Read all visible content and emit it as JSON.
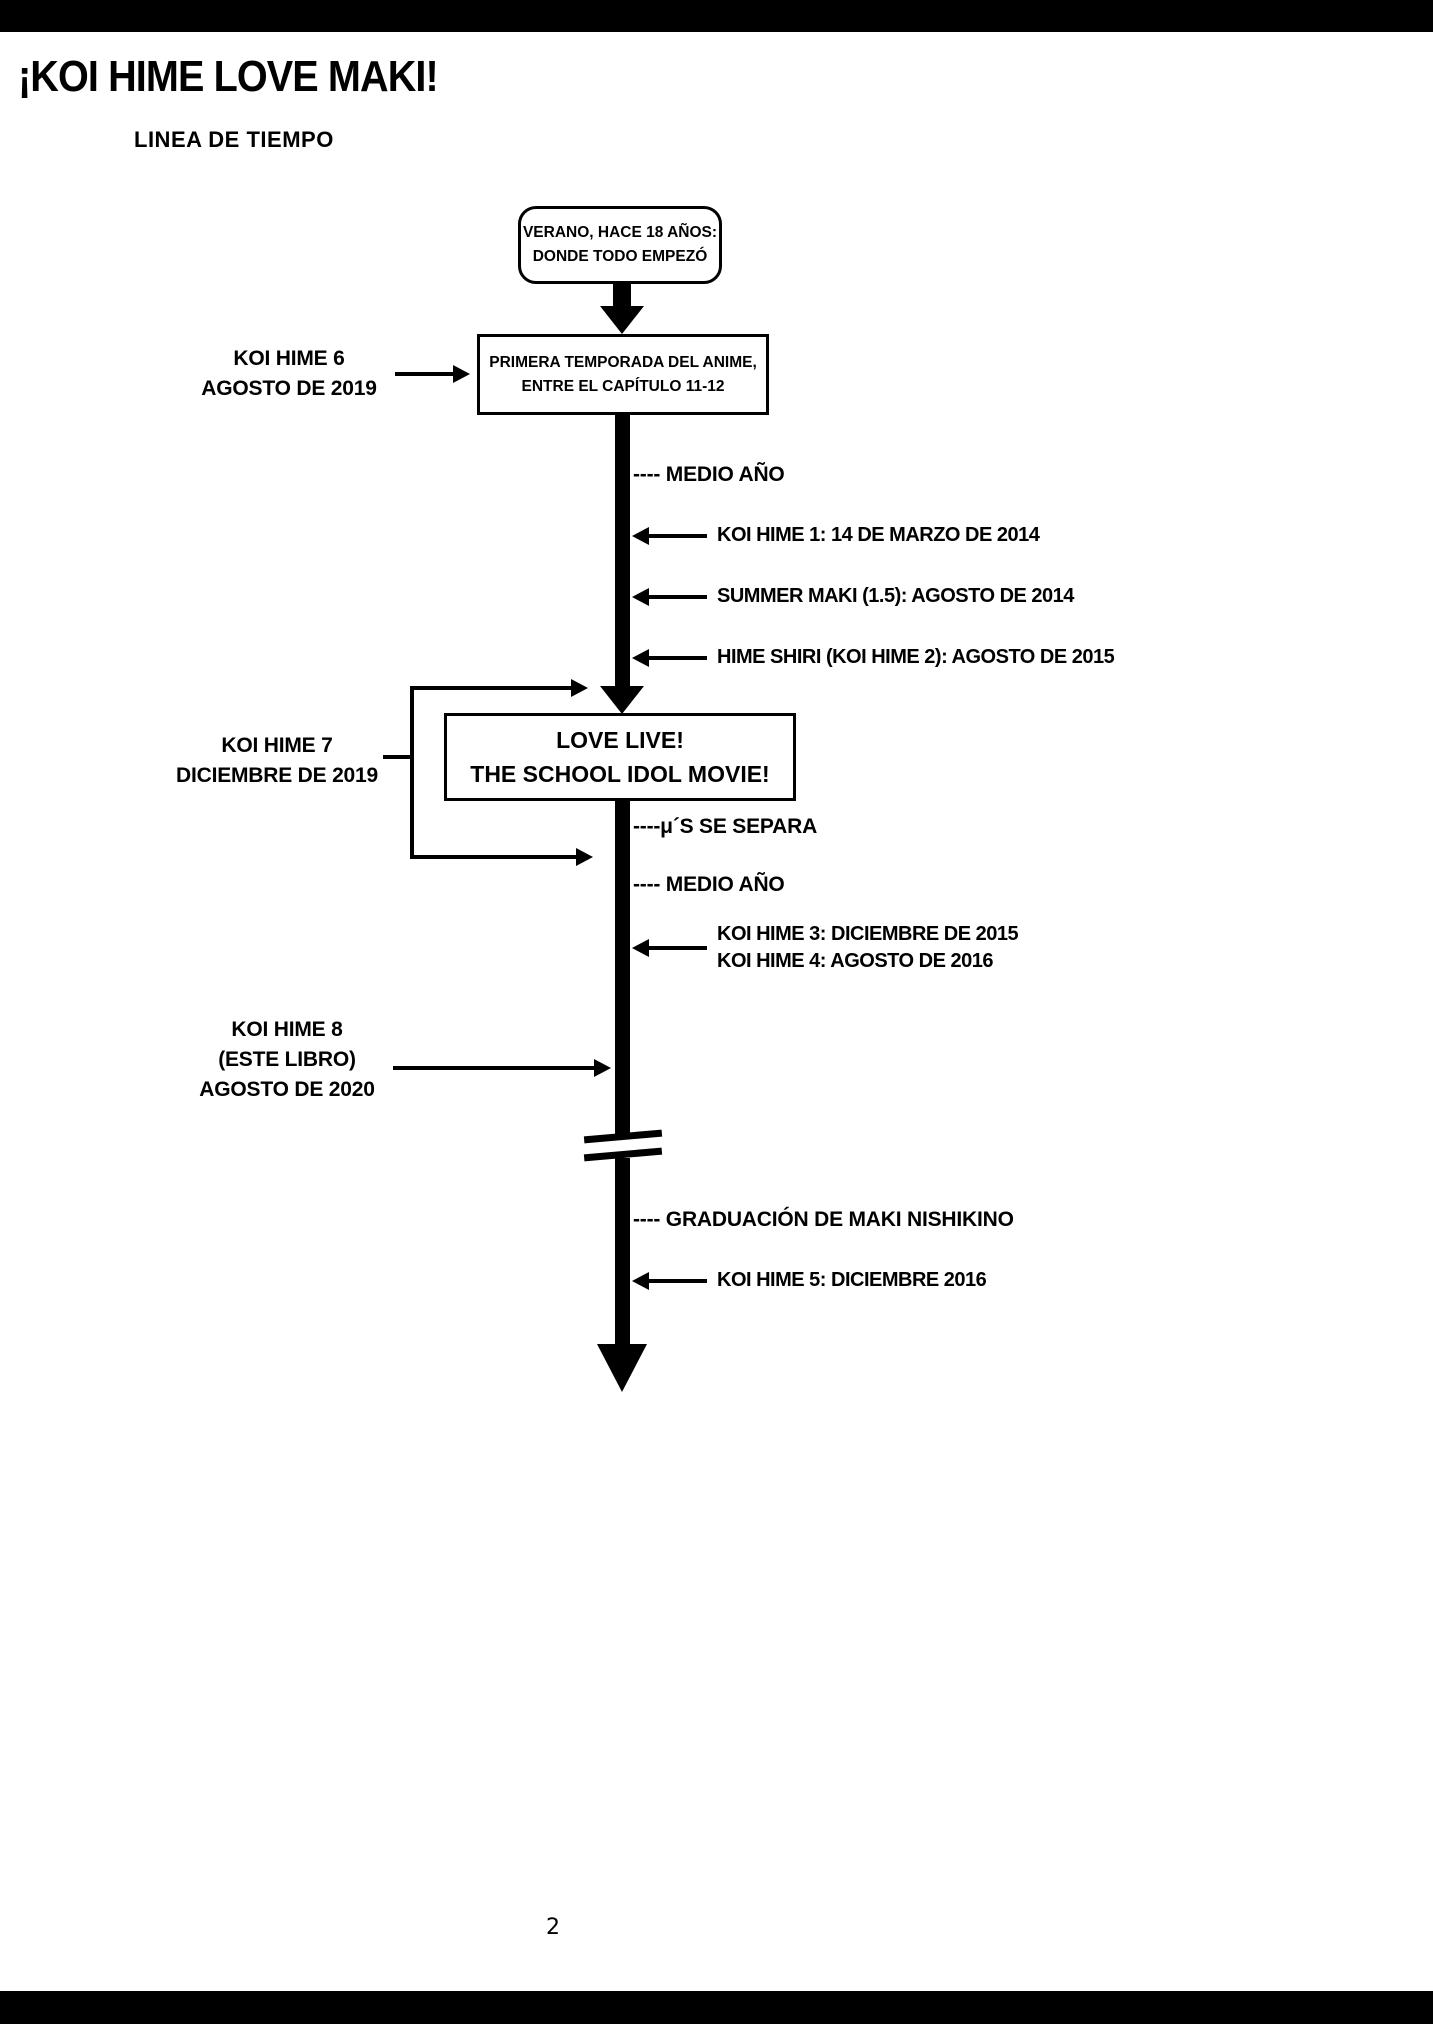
{
  "colors": {
    "ink": "#000000",
    "paper": "#ffffff"
  },
  "header": {
    "title": "¡KOI HIME LOVE MAKI!",
    "subtitle": "LINEA DE TIEMPO"
  },
  "timeline": {
    "start_node": "VERANO, HACE 18 AÑOS:\nDONDE TODO EMPEZÓ",
    "anime_box": "PRIMERA TEMPORADA DEL ANIME,\nENTRE EL CAPÍTULO 11-12",
    "movie_box": "LOVE LIVE!\nTHE SCHOOL IDOL MOVIE!",
    "left_labels": [
      {
        "id": "koi-hime-6",
        "text": "KOI HIME 6\nAGOSTO DE 2019"
      },
      {
        "id": "koi-hime-7",
        "text": "KOI HIME 7\nDICIEMBRE DE 2019"
      },
      {
        "id": "koi-hime-8",
        "text": "KOI HIME 8\n(ESTE LIBRO)\nAGOSTO DE 2020"
      }
    ],
    "dash_notes": [
      {
        "text": "---- MEDIO AÑO"
      },
      {
        "text": "----μ´S SE SEPARA"
      },
      {
        "text": "---- MEDIO AÑO"
      },
      {
        "text": "---- GRADUACIÓN DE MAKI NISHIKINO"
      }
    ],
    "event_arrows": [
      {
        "text": "KOI HIME 1: 14 DE MARZO DE 2014"
      },
      {
        "text": "SUMMER MAKI (1.5): AGOSTO DE 2014"
      },
      {
        "text": "HIME SHIRI (KOI HIME 2): AGOSTO DE 2015"
      },
      {
        "text": "KOI HIME 3: DICIEMBRE DE 2015\nKOI HIME 4: AGOSTO DE 2016"
      },
      {
        "text": "KOI HIME 5: DICIEMBRE 2016"
      }
    ]
  },
  "footer": {
    "page_number": "2"
  }
}
